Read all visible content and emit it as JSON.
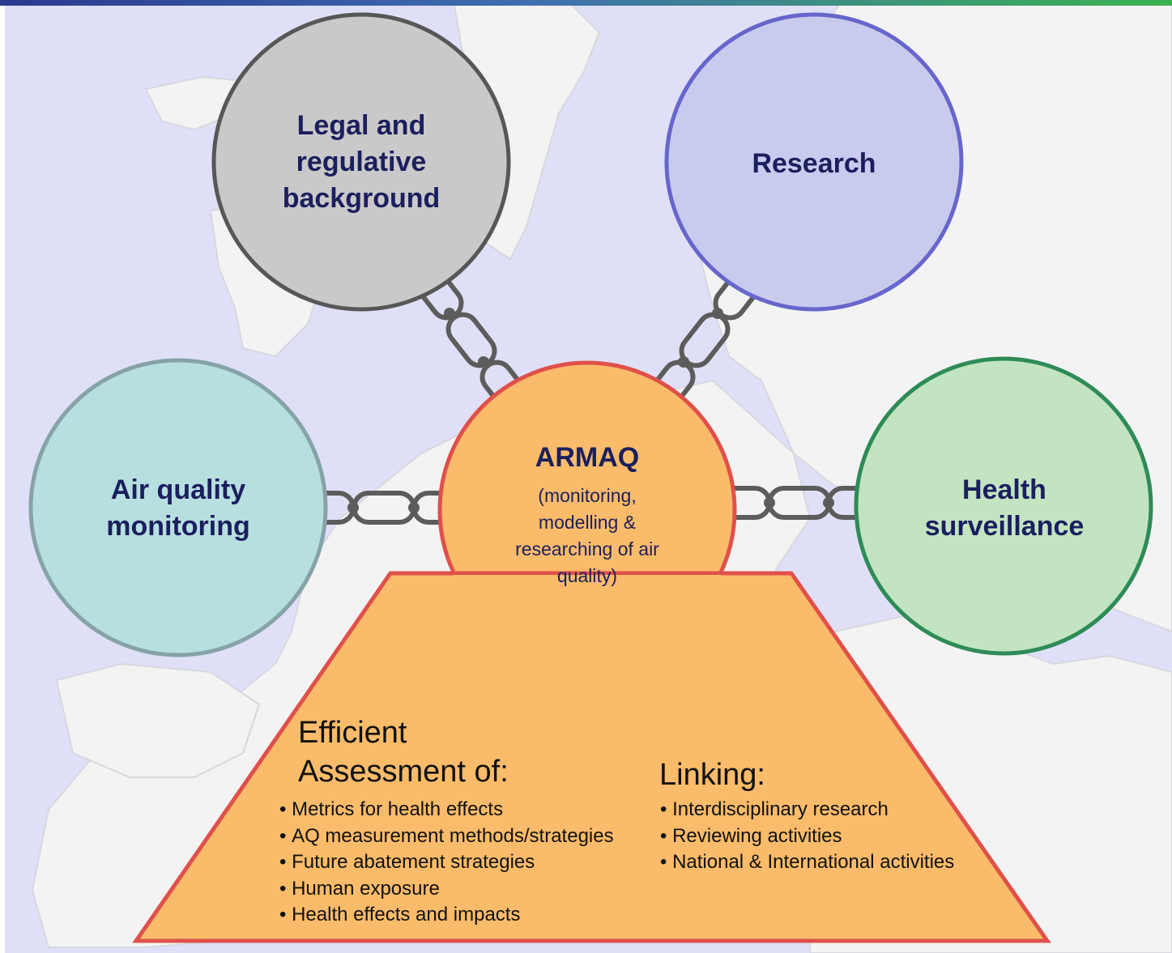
{
  "colors": {
    "background_map": "#dfe0f7",
    "land": "#f3f3f3",
    "legal_fill": "#c9c9c9",
    "legal_stroke": "#575757",
    "research_fill": "#c9cbee",
    "research_stroke": "#6666cc",
    "airquality_fill": "#b7dfe0",
    "airquality_stroke": "#86a3a8",
    "health_fill": "#c2e4c0",
    "health_stroke": "#2e8b57",
    "armaq_fill": "#fabb6a",
    "armaq_stroke": "#e0504a",
    "text_navy": "#1b1f5e",
    "chain": "#5c5c5c"
  },
  "nodes": {
    "legal": "Legal and\nregulative\nbackground",
    "research": "Research",
    "air_quality": "Air quality\nmonitoring",
    "health": "Health\nsurveillance"
  },
  "armaq": {
    "title": "ARMAQ",
    "subtitle": "(monitoring,\nmodelling &\nresearching of air\nquality)"
  },
  "assessment": {
    "heading": "Efficient\nAssessment of:",
    "items": [
      "Metrics for health effects",
      "AQ measurement methods/strategies",
      "Future abatement strategies",
      "Human exposure",
      "Health effects and impacts"
    ]
  },
  "linking": {
    "heading": "Linking:",
    "items": [
      "Interdisciplinary research",
      "Reviewing activities",
      "National & International activities"
    ]
  }
}
